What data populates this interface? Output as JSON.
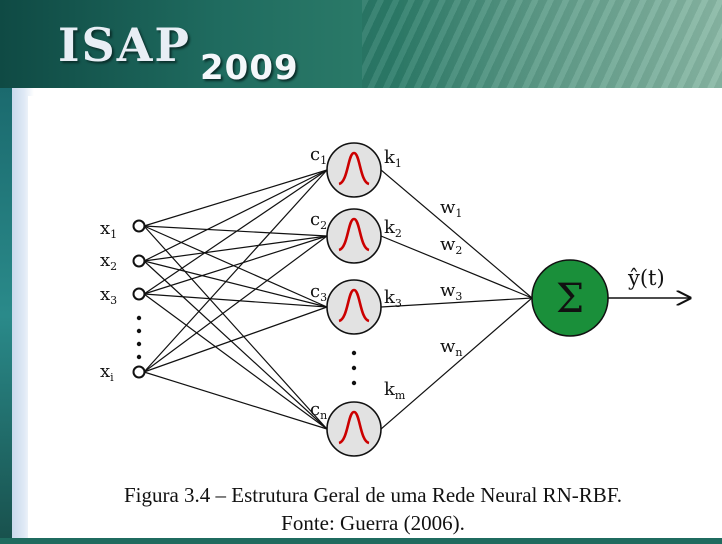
{
  "header": {
    "logo_main": "ISAP",
    "logo_year": "2009"
  },
  "figure": {
    "inputs": [
      "x1",
      "x2",
      "x3",
      "xi"
    ],
    "hidden": [
      {
        "center": "c1",
        "output": "k1"
      },
      {
        "center": "c2",
        "output": "k2"
      },
      {
        "center": "c3",
        "output": "k3"
      },
      {
        "center": "cn",
        "output": "km"
      }
    ],
    "weights": [
      "w1",
      "w2",
      "w3",
      "wn"
    ],
    "sum_symbol": "Σ",
    "output_label": "ŷ(t)",
    "caption_line1": "Figura 3.4 – Estrutura Geral de uma Rede Neural RN-RBF.",
    "caption_line2": "Fonte: Guerra (2006).",
    "colors": {
      "sum_node": "#1a8f3a",
      "gaussian": "#cc0000",
      "node_fill": "#e2e2e2"
    }
  }
}
